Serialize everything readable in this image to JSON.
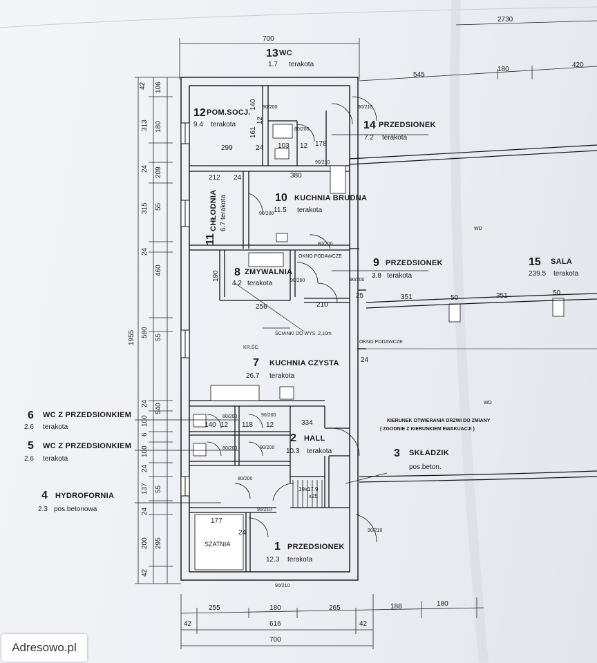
{
  "rooms": [
    {
      "id": "13",
      "name": "WC",
      "area": "1.7",
      "finish": "terakota"
    },
    {
      "id": "12",
      "name": "POM.SOCJ.",
      "area": "9.4",
      "finish": "terakota"
    },
    {
      "id": "14",
      "name": "PRZEDSIONEK",
      "area": "7.2",
      "finish": "terakota"
    },
    {
      "id": "10",
      "name": "KUCHNIA BRUDNA",
      "area": "11.5",
      "finish": "terakota"
    },
    {
      "id": "11",
      "name": "CHŁODNIA",
      "area": "6.7",
      "finish": "terakota"
    },
    {
      "id": "8",
      "name": "ZMYWALNIA",
      "area": "4.2",
      "finish": "terakota"
    },
    {
      "id": "9",
      "name": "PRZEDSIONEK",
      "area": "3.8",
      "finish": "terakota"
    },
    {
      "id": "15",
      "name": "SALA",
      "area": "239.5",
      "finish": "terakota"
    },
    {
      "id": "7",
      "name": "KUCHNIA CZYSTA",
      "area": "26.7",
      "finish": "terakota"
    },
    {
      "id": "6",
      "name": "WC Z PRZEDSIONKIEM",
      "area": "2.6",
      "finish": "terakota"
    },
    {
      "id": "2",
      "name": "HALL",
      "area": "10.3",
      "finish": "terakota"
    },
    {
      "id": "5",
      "name": "WC Z PRZEDSIONKIEM",
      "area": "2.6",
      "finish": "terakota"
    },
    {
      "id": "3",
      "name": "SKŁADZIK",
      "area": "",
      "finish": "pos.beton."
    },
    {
      "id": "4",
      "name": "HYDROFORNIA",
      "area": "2.3",
      "finish": "pos.betonowa"
    },
    {
      "id": "1",
      "name": "PRZEDSIONEK",
      "area": "12.3",
      "finish": "terakota"
    }
  ],
  "notes": {
    "okno_podawcze": "OKNO PODAWCZE",
    "scianki": "ŚCIANKI DO WYS. 2,10m",
    "kierunek_1": "KIERUNEK OTWIERANIA DRZWI DO ZMIANY",
    "kierunek_2": "( ZGODNIE Z KIERUNKIEM EWAKUACJI )",
    "szatnia": "SZATNIA",
    "krsc": "KR.ŚC.",
    "wd": "WD",
    "stairs": "19x17.9",
    "stairs2": "x25"
  },
  "dims_top": {
    "total": "700",
    "overall": "2730",
    "d545": "545",
    "d180": "180",
    "d420": "420"
  },
  "dims_bottom": {
    "d255": "255",
    "d180": "180",
    "d265": "265",
    "d188": "188",
    "d180b": "180",
    "d42a": "42",
    "d616": "616",
    "d42b": "42",
    "d700": "700"
  },
  "dims_left": {
    "d42": "42",
    "d106": "106",
    "d313": "313",
    "d180": "180",
    "d24a": "24",
    "d209": "209",
    "d315": "315",
    "d55a": "55",
    "d24b": "24",
    "d460": "460",
    "d1955": "1955",
    "d580": "580",
    "d55b": "55",
    "d540": "540",
    "d24c": "24",
    "d100": "100",
    "d6": "6",
    "d100b": "100",
    "d24d": "24",
    "d137": "137",
    "d55c": "55",
    "d24e": "24",
    "d200": "200",
    "d295": "295",
    "d42b": "42"
  },
  "dims_inner": {
    "d140": "140",
    "d161": "161",
    "d12a": "12",
    "d299": "299",
    "d24": "24",
    "d103": "103",
    "d12b": "12",
    "d178": "178",
    "d212": "212",
    "d24b": "24",
    "d380": "380",
    "d190": "190",
    "d256": "256",
    "d210": "210",
    "d25": "25",
    "d351a": "351",
    "d50a": "50",
    "d351b": "351",
    "d50b": "50",
    "d24c": "24",
    "d334": "334",
    "d140b": "140",
    "d12c": "12",
    "d118": "118",
    "d12d": "12",
    "d177": "177",
    "d24d": "24"
  },
  "doors": [
    "90/200",
    "90/210",
    "80/200",
    "90/200",
    "90/210",
    "90/200",
    "80/200",
    "90/200",
    "80/200",
    "90/200",
    "80/200",
    "90/200",
    "90/210",
    "80/200",
    "90/210",
    "90/210"
  ],
  "watermark": "Adresowo.pl"
}
